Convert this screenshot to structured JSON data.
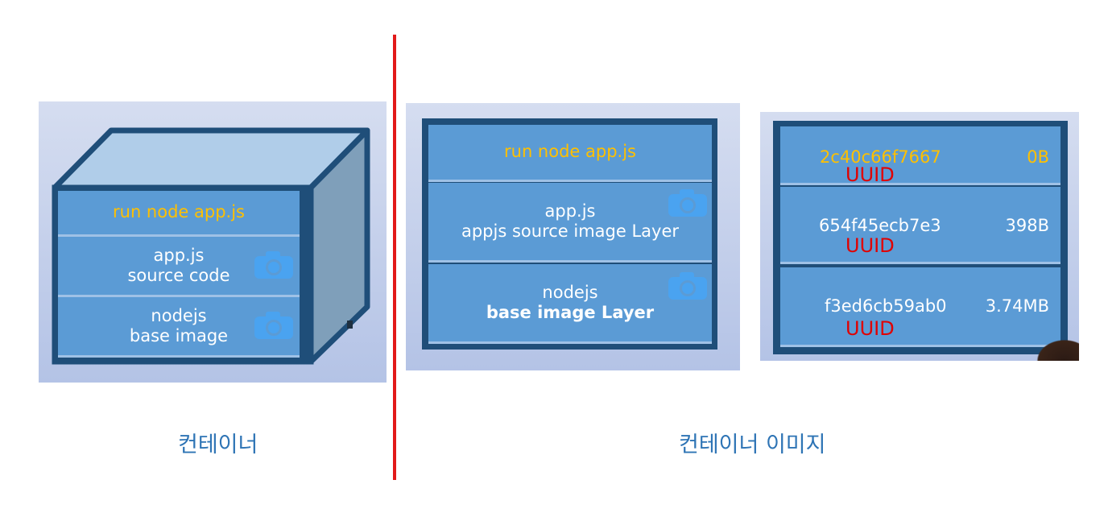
{
  "container_panel": {
    "layers": [
      {
        "line1": "run node app.js",
        "line2": ""
      },
      {
        "line1": "app.js",
        "line2": "source code"
      },
      {
        "line1": "nodejs",
        "line2": "base image"
      }
    ],
    "caption": "컨테이너"
  },
  "image_panel": {
    "layers": [
      {
        "line1": "run node app.js",
        "line2": ""
      },
      {
        "line1": "app.js",
        "line2": "appjs source image Layer"
      },
      {
        "line1": "nodejs",
        "line2": "base image Layer"
      }
    ],
    "caption": "컨테이너 이미지"
  },
  "uuid_panel": {
    "rows": [
      {
        "hash": "2c40c66f7667",
        "size": "0B",
        "tag": "UUID"
      },
      {
        "hash": "654f45ecb7e3",
        "size": "398B",
        "tag": "UUID"
      },
      {
        "hash": "f3ed6cb59ab0",
        "size": "3.74MB",
        "tag": "UUID"
      }
    ]
  },
  "colors": {
    "layer_fill": "#5b9bd5",
    "frame": "#1f4e79",
    "gold_text": "#ffc000",
    "uuid_text": "#e00000",
    "caption_text": "#2e74b5",
    "divider": "#e21a1a"
  },
  "icons": [
    "camera-icon"
  ]
}
